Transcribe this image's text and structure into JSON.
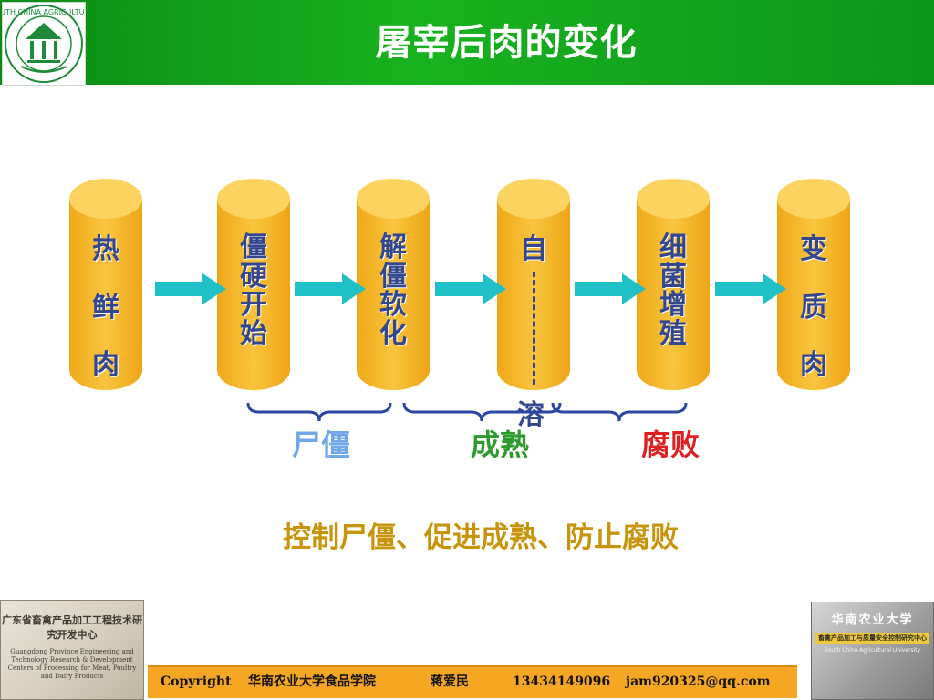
{
  "header": {
    "title": "屠宰后肉的变化",
    "logo_icon": "university-logo-icon",
    "logo_text": "華南農業大學 SOUTH CHINA AGRICULTURAL UNIVERSITY"
  },
  "flow": {
    "stages": [
      {
        "chars": [
          "热",
          "鲜",
          "肉"
        ]
      },
      {
        "chars": [
          "僵",
          "硬",
          "开",
          "始"
        ]
      },
      {
        "chars": [
          "解",
          "僵",
          "软",
          "化"
        ]
      },
      {
        "chars": [
          "自"
        ],
        "tail": "溶"
      },
      {
        "chars": [
          "细",
          "菌",
          "增",
          "殖"
        ]
      },
      {
        "chars": [
          "变",
          "质",
          "肉"
        ]
      }
    ],
    "phases": [
      {
        "label": "尸僵",
        "color": "#6fa8e8"
      },
      {
        "label": "成熟",
        "color": "#2e9b2e"
      },
      {
        "label": "腐败",
        "color": "#e02020"
      }
    ]
  },
  "conclusion": "控制尸僵、促进成熟、防止腐败",
  "colors": {
    "header_green": "#19b21f",
    "cylinder_yellow": "#f5b82a",
    "arrow_teal": "#1fc1c6",
    "brace_blue": "#2a47a6",
    "text_blue": "#33478f",
    "conclusion_gold": "#c8940b",
    "footer_orange": "#f5a623"
  },
  "left_sign": {
    "cn": "广东省畜禽产品加工工程技术研究开发中心",
    "en": "Guangdong Province Engineering and Technology Research & Development Centers of Processing for Meat, Poultry and Dairy Products"
  },
  "right_sign": {
    "university": "华南农业大学",
    "lab": "畜禽产品加工与质量安全控制研究中心",
    "small": "South China Agricultural University"
  },
  "footer": {
    "copyright": "Copyright",
    "school": "华南农业大学食品学院",
    "name": "蒋爱民",
    "phone": "13434149096",
    "email": "jam920325@qq.com"
  }
}
